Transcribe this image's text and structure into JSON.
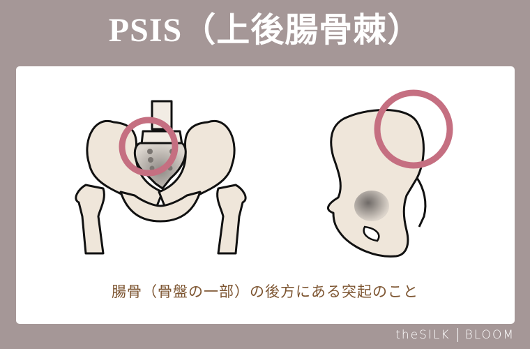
{
  "header": {
    "title": "PSIS（上後腸骨棘）"
  },
  "illustrations": [
    {
      "name": "pelvis-front-view",
      "highlight": "ring marking PSIS region near sacrum"
    },
    {
      "name": "hip-bone-side-view",
      "highlight": "ring marking posterior superior iliac spine"
    }
  ],
  "caption": "腸骨（骨盤の一部）の後方にある突起のこと",
  "brand": {
    "left": "theSILK",
    "right": "BLOOM"
  },
  "colors": {
    "background": "#a59797",
    "panel": "#ffffff",
    "highlight_ring": "#c56f81",
    "bone": "#efe6da",
    "caption": "#7d5531"
  }
}
